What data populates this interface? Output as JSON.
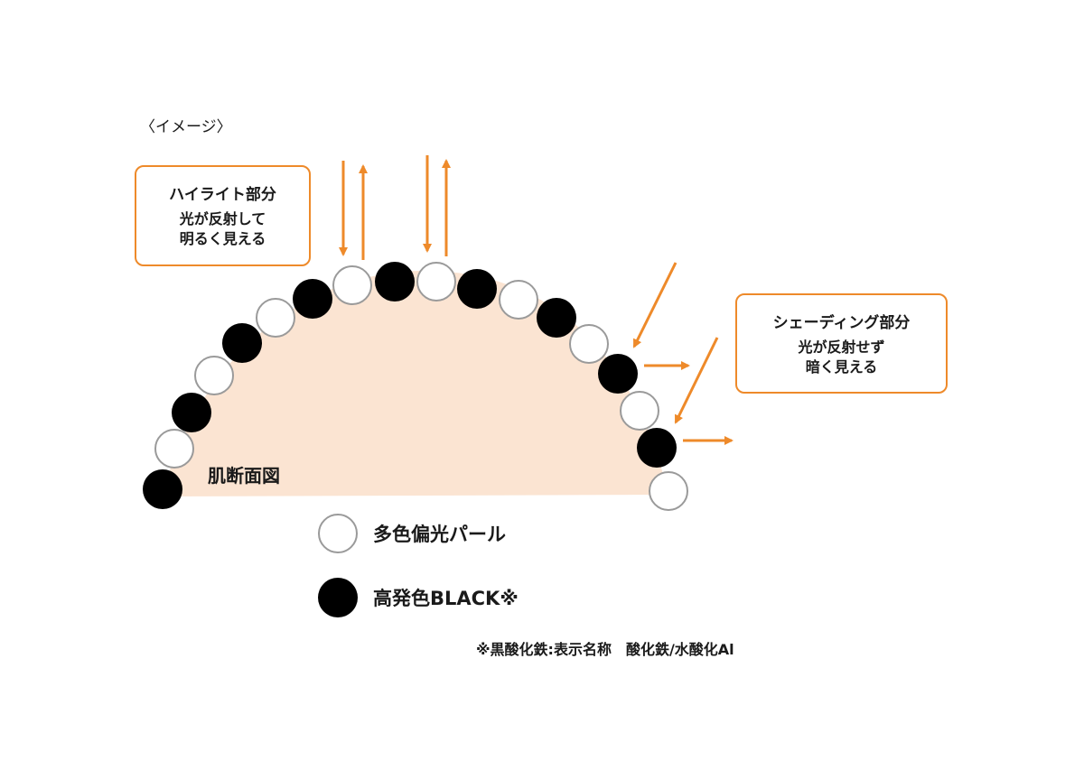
{
  "caption": "〈イメージ〉",
  "highlight": {
    "title": "ハイライト部分",
    "lines": [
      "光が反射して",
      "明るく見える"
    ]
  },
  "shading": {
    "title": "シェーディング部分",
    "lines": [
      "光が反射せず",
      "暗く見える"
    ]
  },
  "skin_label": "肌断面図",
  "legend": {
    "white_label": "多色偏光パール",
    "black_label": "高発色BLACK※"
  },
  "footnote": "※黒酸化鉄:表示名称　酸化鉄/水酸化Al",
  "colors": {
    "accent": "#ee8a2a",
    "skin": "#fbe4d2",
    "particle_black": "#000000",
    "particle_white": "#ffffff",
    "particle_outline": "#9a9a9a"
  },
  "particle_sequence": [
    "black",
    "white",
    "black",
    "white",
    "black",
    "white",
    "black",
    "white",
    "black",
    "white",
    "black",
    "white",
    "black",
    "white",
    "black",
    "white",
    "black",
    "white",
    "black",
    "white"
  ]
}
